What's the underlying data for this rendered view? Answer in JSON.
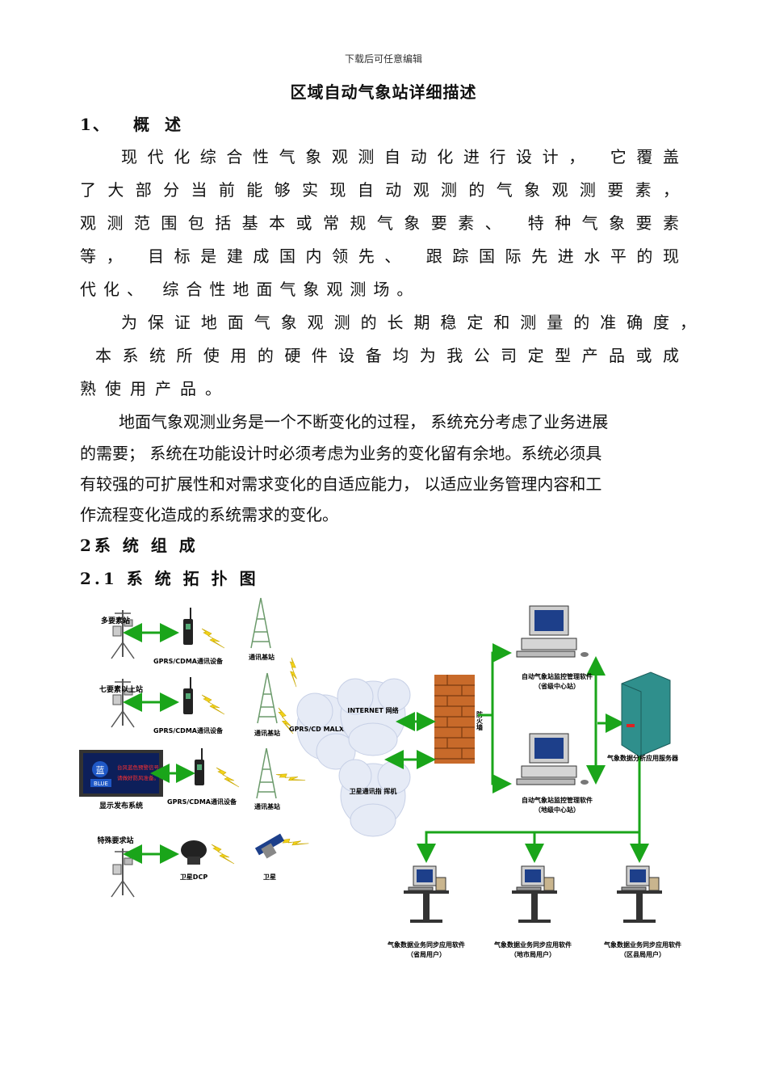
{
  "watermark": "下载后可任意编辑",
  "title": "区域自动气象站详细描述",
  "sec1": {
    "num": "1、",
    "heading": "概 述"
  },
  "para1": [
    "现代化综合性气象观测自动化进行设计， 它覆盖",
    "了大部分当前能够实现自动观测的气象观测要素，",
    "观测范围包括基本或常规气象要素、 特种气象要素",
    "等， 目标是建成国内领先、 跟踪国际先进水平的现",
    "代化、 综合性地面气象观测场。"
  ],
  "para2": [
    "为保证地面气象观测的长期稳定和测量的准确度，",
    "本系统所使用的硬件设备均为我公司定型产品或成",
    "熟使用产品。"
  ],
  "para3": [
    "地面气象观测业务是一个不断变化的过程， 系统充分考虑了业务进展",
    "的需要； 系统在功能设计时必须考虑为业务的变化留有余地。系统必须具",
    "有较强的可扩展性和对需求变化的自适应能力， 以适应业务管理内容和工",
    "作流程变化造成的系统需求的变化。"
  ],
  "sec2": {
    "heading": "2系 统 组 成"
  },
  "sec21": {
    "heading": "2.1 系 统 拓 扑 图"
  },
  "diagram": {
    "station_multi": "多要素站",
    "station_seven": "七要素以上站",
    "display_system": "显示发布系统",
    "special_station": "特殊要求站",
    "gprs_device": "GPRS/CDMA通讯设备",
    "base_station": "通讯基站",
    "gprs_network": "GPRS/CD MALX网络",
    "internet": "INTERNET 网络",
    "sat_command": "卫星通讯指 挥机",
    "firewall": "防火墙",
    "sat_dcp": "卫星DCP",
    "satellite": "卫星",
    "blue_word": "BLUE",
    "blue_char": "蓝",
    "led_line1": "台风蓝色预警信号,",
    "led_line2": "请做好防风准备。",
    "monitor_prov": "自动气象站监控管理软件",
    "monitor_prov_sub": "（省级中心站）",
    "monitor_city": "自动气象站监控管理软件",
    "monitor_city_sub": "（地级中心站）",
    "server": "气象数据分析应用服务器",
    "sync_sw": "气象数据业务同步应用软件",
    "user_prov": "（省局用户）",
    "user_city": "（地市局用户）",
    "user_county": "（区县局用户）",
    "colors": {
      "arrow": "#1aa51a",
      "bolt": "#f2d21a",
      "cloud": "#e6ebf6",
      "brick": "#c86a2a",
      "server": "#2f8f8c"
    }
  }
}
